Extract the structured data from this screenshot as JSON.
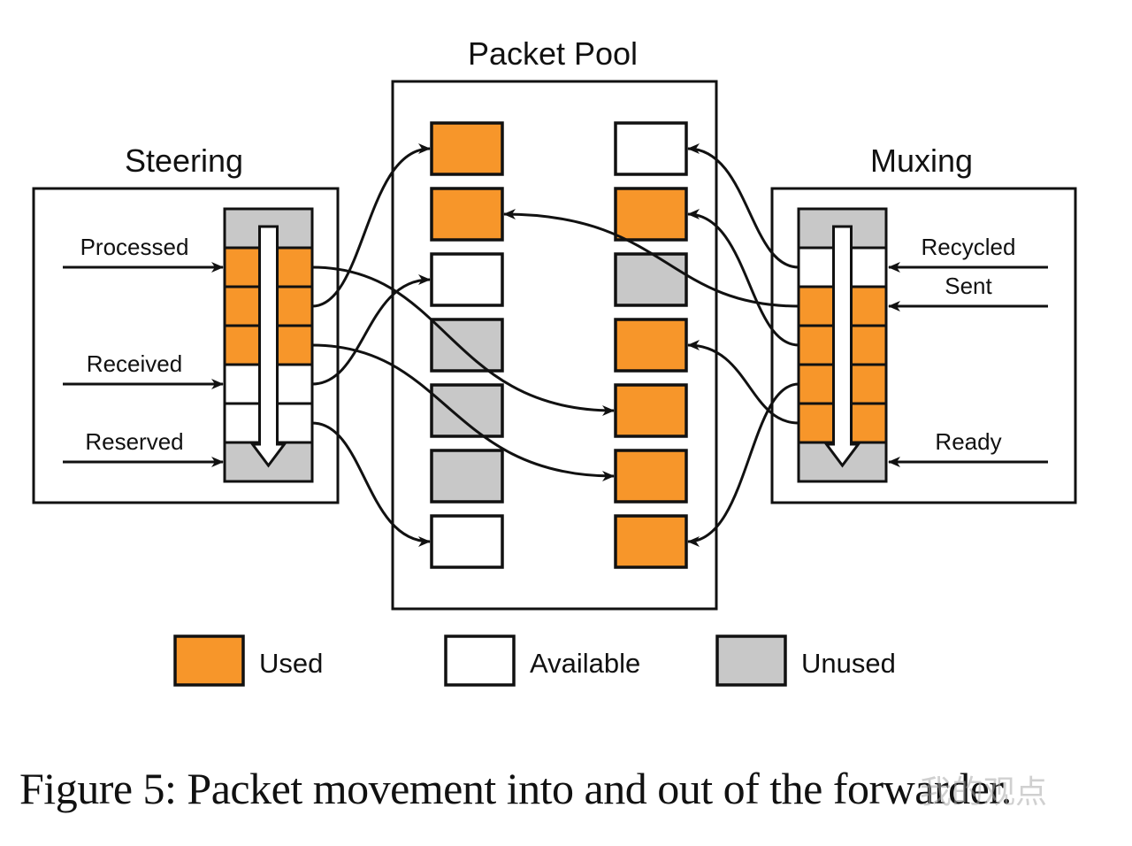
{
  "colors": {
    "used": "#F7962A",
    "available": "#FFFFFF",
    "unused": "#C8C8C8",
    "stroke": "#111111"
  },
  "steering": {
    "title": "Steering",
    "slots": [
      "unused",
      "used",
      "used",
      "used",
      "available",
      "available",
      "unused"
    ],
    "inputs": [
      {
        "label": "Processed",
        "slot": 1
      },
      {
        "label": "Received",
        "slot": 4
      },
      {
        "label": "Reserved",
        "slot": 6
      }
    ]
  },
  "pool": {
    "title": "Packet Pool",
    "left_column": [
      "used",
      "used",
      "available",
      "unused",
      "unused",
      "unused",
      "available"
    ],
    "right_column": [
      "available",
      "used",
      "unused",
      "used",
      "used",
      "used",
      "used"
    ]
  },
  "muxing": {
    "title": "Muxing",
    "slots": [
      "unused",
      "available",
      "used",
      "used",
      "used",
      "used",
      "unused"
    ],
    "inputs": [
      {
        "label": "Recycled",
        "slot": 1
      },
      {
        "label": "Sent",
        "slot": 2
      },
      {
        "label": "Ready",
        "slot": 6
      }
    ]
  },
  "flows": [
    {
      "from": "steering",
      "slot": 1,
      "to": "pool-right",
      "index": 4
    },
    {
      "from": "steering",
      "slot": 2,
      "to": "pool-left",
      "index": 0
    },
    {
      "from": "steering",
      "slot": 3,
      "to": "pool-right",
      "index": 5
    },
    {
      "from": "steering",
      "slot": 4,
      "to": "pool-left",
      "index": 2
    },
    {
      "from": "steering",
      "slot": 5,
      "to": "pool-left",
      "index": 6
    },
    {
      "from": "muxing",
      "slot": 1,
      "to": "pool-right",
      "index": 0
    },
    {
      "from": "muxing",
      "slot": 2,
      "to": "pool-left",
      "index": 1
    },
    {
      "from": "muxing",
      "slot": 3,
      "to": "pool-right",
      "index": 1
    },
    {
      "from": "muxing",
      "slot": 4,
      "to": "pool-right",
      "index": 6
    },
    {
      "from": "muxing",
      "slot": 5,
      "to": "pool-right",
      "index": 3
    }
  ],
  "legend": [
    {
      "state": "used",
      "label": "Used"
    },
    {
      "state": "available",
      "label": "Available"
    },
    {
      "state": "unused",
      "label": "Unused"
    }
  ],
  "caption": "Figure 5: Packet movement into and out of the forwarder.",
  "watermark": "我的观点"
}
